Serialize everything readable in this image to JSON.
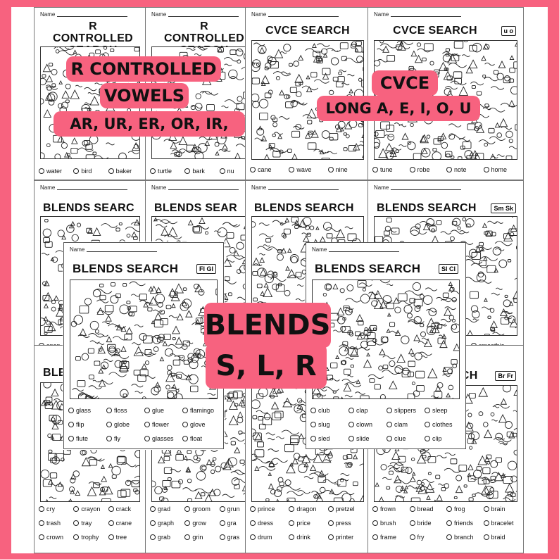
{
  "name_label": "Name",
  "overlays": {
    "r_line1": "R CONTROLLED",
    "r_line2": "VOWELS",
    "r_line3": "AR, UR, ER, OR, IR,",
    "cvce_line1": "CVCE",
    "cvce_line2": "LONG A, E, I, O, U",
    "blends_line1": "BLENDS",
    "blends_line2": "S, L, R"
  },
  "colors": {
    "accent": "#f7627f",
    "border": "#777777"
  },
  "sheets": {
    "r1": {
      "title": "R CONTROLLED SEARCH",
      "words": [
        [
          "water",
          "bird",
          "baker"
        ]
      ]
    },
    "r2": {
      "title": "R CONTROLLED SEARCH",
      "words": [
        [
          "turtle",
          "bark",
          "nu"
        ]
      ]
    },
    "c1": {
      "title": "CVCE SEARCH",
      "words": [
        [
          "cane",
          "wave",
          "nine"
        ]
      ]
    },
    "c2": {
      "title": "CVCE SEARCH",
      "badge": "u o",
      "words": [
        [
          "tune",
          "robe",
          "note",
          "home"
        ]
      ]
    },
    "b1": {
      "title": "BLENDS SEARC",
      "words": [
        [
          "snap"
        ]
      ]
    },
    "b2": {
      "title": "BLENDS SEAR",
      "words": [
        []
      ]
    },
    "b3": {
      "title": "BLENDS SEARCH",
      "words": [
        []
      ]
    },
    "b4": {
      "title": "BLENDS SEARCH",
      "badge": "Sm Sk",
      "words": [
        [
          "smoothie"
        ]
      ]
    },
    "fl": {
      "title": "BLENDS SEARCH",
      "badge": "Fl Gl",
      "words": [
        [
          "glass",
          "floss",
          "glue",
          "flamingo"
        ],
        [
          "flip",
          "globe",
          "flower",
          "glove"
        ],
        [
          "flute",
          "fly",
          "glasses",
          "float"
        ]
      ]
    },
    "sl": {
      "title": "BLENDS SEARCH",
      "badge": "Sl Cl",
      "words": [
        [
          "club",
          "clap",
          "slippers",
          "sleep"
        ],
        [
          "slug",
          "clown",
          "clam",
          "clothes"
        ],
        [
          "sled",
          "slide",
          "clue",
          "clip"
        ]
      ]
    },
    "d1": {
      "title": "BLE",
      "words": [
        [
          "cry",
          "crayon",
          "crack"
        ],
        [
          "trash",
          "tray",
          "crane"
        ],
        [
          "crown",
          "trophy",
          "tree"
        ]
      ]
    },
    "d2": {
      "title": "",
      "words": [
        [
          "grad",
          "groom",
          "grun"
        ],
        [
          "graph",
          "grow",
          "gra"
        ],
        [
          "grab",
          "grin",
          "gras"
        ]
      ]
    },
    "d3": {
      "title": "",
      "words": [
        [
          "prince",
          "dragon",
          "pretzel"
        ],
        [
          "dress",
          "price",
          "press"
        ],
        [
          "drum",
          "drink",
          "printer"
        ]
      ]
    },
    "d4": {
      "title": "RCH",
      "badge": "Br Fr",
      "words": [
        [
          "frown",
          "bread",
          "frog",
          "brain"
        ],
        [
          "brush",
          "bride",
          "friends",
          "bracelet"
        ],
        [
          "frame",
          "fry",
          "branch",
          "braid"
        ]
      ]
    }
  }
}
